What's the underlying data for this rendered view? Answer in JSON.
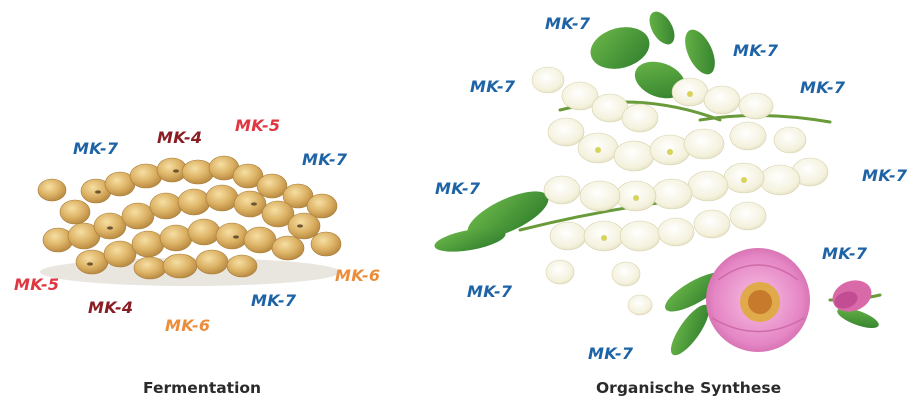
{
  "colors": {
    "mk4": "#8a1c24",
    "mk5": "#e0363f",
    "mk6": "#ec8d3b",
    "mk7": "#1e63a6"
  },
  "left_panel": {
    "caption": "Fermentation",
    "labels": [
      {
        "text": "MK-7",
        "kind": "mk7"
      },
      {
        "text": "MK-4",
        "kind": "mk4"
      },
      {
        "text": "MK-5",
        "kind": "mk5"
      },
      {
        "text": "MK-7",
        "kind": "mk7"
      },
      {
        "text": "MK-6",
        "kind": "mk6"
      },
      {
        "text": "MK-5",
        "kind": "mk5"
      },
      {
        "text": "MK-4",
        "kind": "mk4"
      },
      {
        "text": "MK-7",
        "kind": "mk7"
      },
      {
        "text": "MK-6",
        "kind": "mk6"
      }
    ]
  },
  "right_panel": {
    "caption": "Organische Synthese",
    "labels": [
      {
        "text": "MK-7",
        "kind": "mk7"
      },
      {
        "text": "MK-7",
        "kind": "mk7"
      },
      {
        "text": "MK-7",
        "kind": "mk7"
      },
      {
        "text": "MK-7",
        "kind": "mk7"
      },
      {
        "text": "MK-7",
        "kind": "mk7"
      },
      {
        "text": "MK-7",
        "kind": "mk7"
      },
      {
        "text": "MK-7",
        "kind": "mk7"
      },
      {
        "text": "MK-7",
        "kind": "mk7"
      },
      {
        "text": "MK-7",
        "kind": "mk7"
      }
    ]
  }
}
